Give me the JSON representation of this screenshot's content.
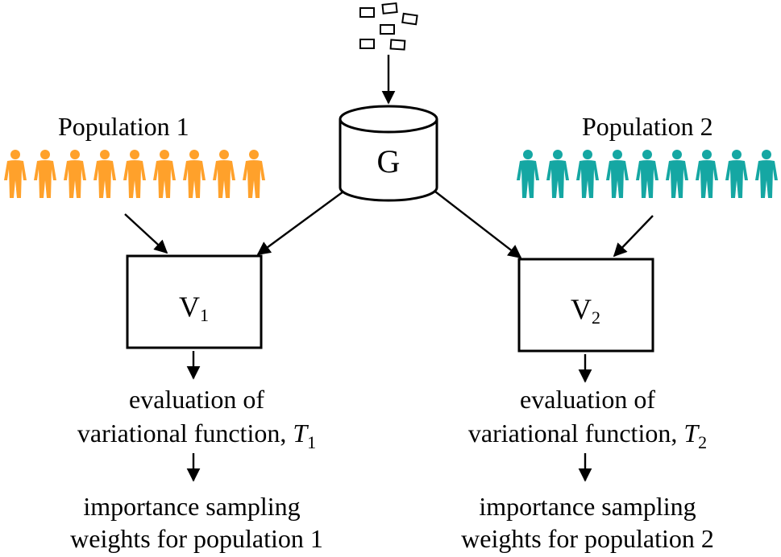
{
  "populations": [
    {
      "label": "Population 1",
      "color": "#ffa12b",
      "count": 9
    },
    {
      "label": "Population 2",
      "color": "#15a7a3",
      "count": 9
    }
  ],
  "generator": {
    "label": "G"
  },
  "verifiers": [
    {
      "main": "V",
      "sub": "1"
    },
    {
      "main": "V",
      "sub": "2"
    }
  ],
  "outputs": [
    {
      "eval_line1": "evaluation of",
      "eval_line2": "variational function, ",
      "eval_symbol": "T",
      "eval_sub": "1",
      "weights_line1": "importance sampling",
      "weights_line2": "weights for population 1"
    },
    {
      "eval_line1": "evaluation of",
      "eval_line2": "variational function, ",
      "eval_symbol": "T",
      "eval_sub": "2",
      "weights_line1": "importance sampling",
      "weights_line2": "weights for population 2"
    }
  ],
  "icons": {
    "person": "person-icon",
    "noise": "noise-sample-icon",
    "database": "cylinder-database-icon"
  }
}
